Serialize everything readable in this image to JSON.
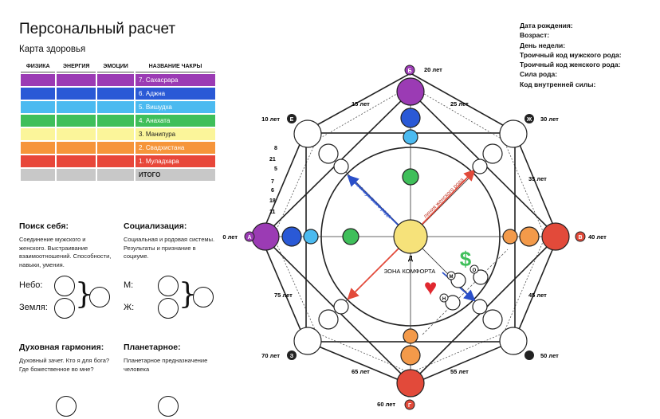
{
  "header": {
    "title": "Персональный расчет",
    "subtitle": "Карта здоровья"
  },
  "table": {
    "columns": [
      "ФИЗИКА",
      "ЭНЕРГИЯ",
      "ЭМОЦИИ",
      "НАЗВАНИЕ ЧАКРЫ"
    ],
    "rows": [
      {
        "name": "7. Сахасрара",
        "color": "#9b3bb4"
      },
      {
        "name": "6. Аджна",
        "color": "#2a59d6"
      },
      {
        "name": "5. Вишудха",
        "color": "#4bbaf0"
      },
      {
        "name": "4. Анахата",
        "color": "#3fbf5a"
      },
      {
        "name": "3. Манипура",
        "color": "#fbf59a"
      },
      {
        "name": "2. Свадхистана",
        "color": "#f6953a"
      },
      {
        "name": "1. Муладхара",
        "color": "#e8473a"
      },
      {
        "name": "ИТОГО",
        "color": "#c8c8c8"
      }
    ]
  },
  "sections": {
    "search_self": {
      "title": "Поиск себя:",
      "text": "Соединение мужского и женского. Выстраивание взаимоотношений. Способности, навыки, умения.",
      "label_sky": "Небо:",
      "label_earth": "Земля:"
    },
    "socialization": {
      "title": "Социализация:",
      "text": "Социальная и родовая системы. Результаты и признание в социуме.",
      "label_m": "М:",
      "label_zh": "Ж:"
    },
    "spiritual": {
      "title": "Духовная гармония:",
      "text": "Духовный зачет. Кто я для бога? Где божественное во мне?"
    },
    "planetary": {
      "title": "Планетарное:",
      "text": "Планетарное предназначение человека"
    }
  },
  "info": {
    "birth_date": "Дата рождения:",
    "age": "Возраст:",
    "weekday": "День недели:",
    "male_code": "Троичный код мужского рода:",
    "female_code": "Троичный код женского рода:",
    "family_power": "Сила рода:",
    "inner_power_code": "Код внутренней силы:"
  },
  "diagram": {
    "ages": {
      "a0": "0 лет",
      "a5": "5",
      "a6": "6",
      "a7": "7",
      "a8": "8",
      "a10": "10 лет",
      "a11": "11",
      "a15": "15 лет",
      "a18": "18",
      "a20": "20 лет",
      "a21": "21",
      "a25": "25 лет",
      "a30": "30 лет",
      "a35": "35 лет",
      "a40": "40 лет",
      "a45": "45 лет",
      "a50": "50 лет",
      "a55": "55 лет",
      "a60": "60 лет",
      "a65": "65 лет",
      "a70": "70 лет",
      "a75": "75 лет"
    },
    "letters": {
      "A": "А",
      "B": "Б",
      "V": "В",
      "G": "Г",
      "D": "Д",
      "E": "Е",
      "ZH": "Ж",
      "Z": "З",
      "M": "М",
      "N": "Н",
      "O": "О"
    },
    "male_line": "линия мужского рода",
    "female_line": "линия женского рода",
    "comfort_zone": "ЗОНА КОМФОРТА",
    "dollar": "$",
    "heart": "♥",
    "colors": {
      "purple": "#9b3bb4",
      "blue": "#2a59d6",
      "lightblue": "#4bbaf0",
      "green": "#3fbf5a",
      "yellow": "#f6e27a",
      "orange": "#f39a4a",
      "red": "#e24a3a",
      "dollar": "#3fbf5a",
      "heart": "#e0282f"
    }
  }
}
